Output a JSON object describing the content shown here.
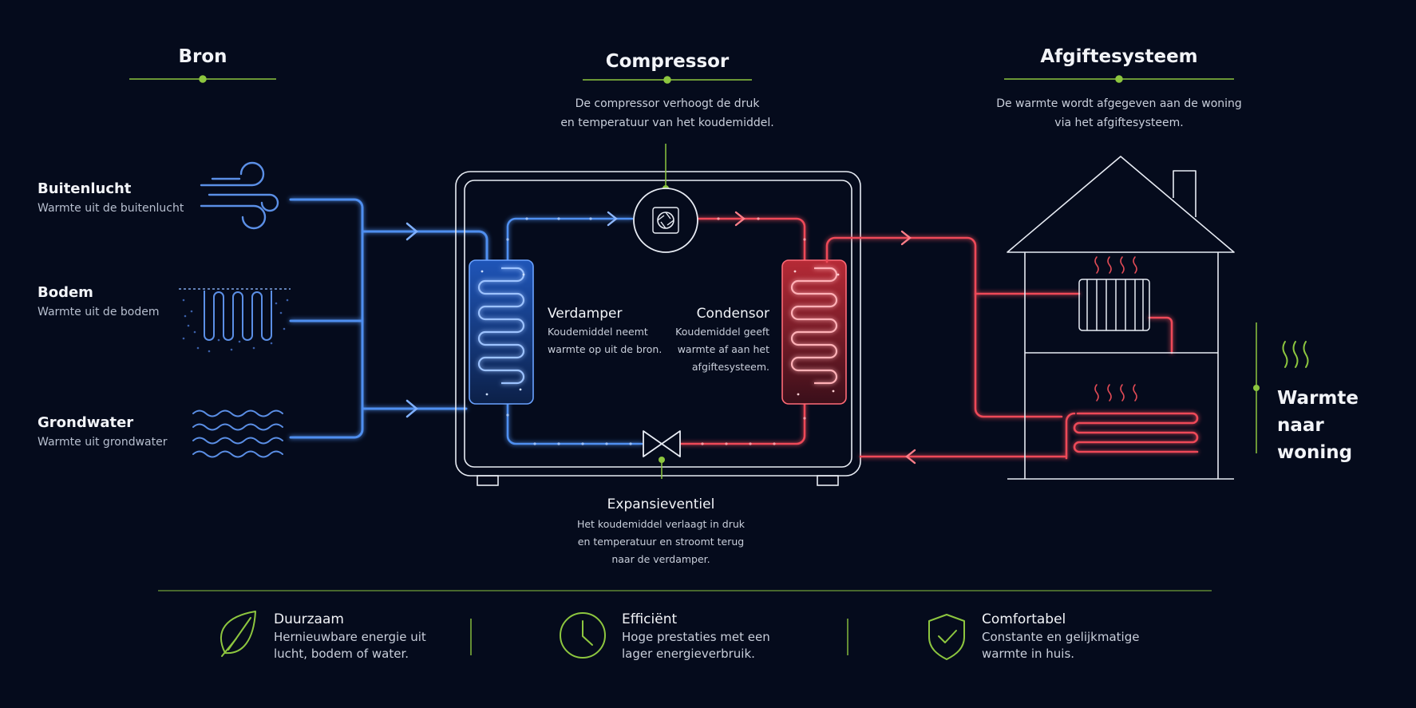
{
  "sections": {
    "bron": {
      "title": "Bron"
    },
    "compressor": {
      "title": "Compressor",
      "description_lines": [
        "De compressor verhoogt de druk",
        "en temperatuur van het koudemiddel."
      ]
    },
    "afgifte": {
      "title": "Afgiftesysteem",
      "description_lines": [
        "De warmte wordt afgegeven aan de woning",
        "via het afgiftesysteem."
      ]
    }
  },
  "sources": [
    {
      "title": "Buitenlucht",
      "subtitle": "Warmte uit de buitenlucht",
      "icon": "wind-icon"
    },
    {
      "title": "Bodem",
      "subtitle": "Warmte uit de bodem",
      "icon": "ground-loop-icon"
    },
    {
      "title": "Grondwater",
      "subtitle": "Warmte uit grondwater",
      "icon": "water-waves-icon"
    }
  ],
  "components": {
    "verdamper": {
      "title": "Verdamper",
      "description_lines": [
        "Koudemiddel neemt",
        "warmte op uit de bron."
      ]
    },
    "condensor": {
      "title": "Condensor",
      "description_lines": [
        "Koudemiddel geeft",
        "warmte af aan het",
        "afgiftesysteem."
      ]
    },
    "expansieventiel": {
      "title": "Expansieventiel",
      "description_lines": [
        "Het koudemiddel verlaagt in druk",
        "en temperatuur en stroomt terug",
        "naar de verdamper."
      ]
    }
  },
  "output": {
    "label": "Warmte naar woning",
    "icon": "heat-waves-icon"
  },
  "benefits": [
    {
      "title": "Duurzaam",
      "description_lines": [
        "Hernieuwbare energie uit",
        "lucht, bodem of water."
      ],
      "icon": "leaf-icon"
    },
    {
      "title": "Efficiënt",
      "description_lines": [
        "Hoge prestaties met een",
        "lager energieverbruik."
      ],
      "icon": "clock-icon"
    },
    {
      "title": "Comfortabel",
      "description_lines": [
        "Constante en gelijkmatige",
        "warmte in huis."
      ],
      "icon": "shield-check-icon"
    }
  ],
  "colors": {
    "background": "#050b1c",
    "cold": "#3f7fe0",
    "hot": "#e04a55",
    "accent": "#8dc63f",
    "line": "#e8ecf4"
  }
}
